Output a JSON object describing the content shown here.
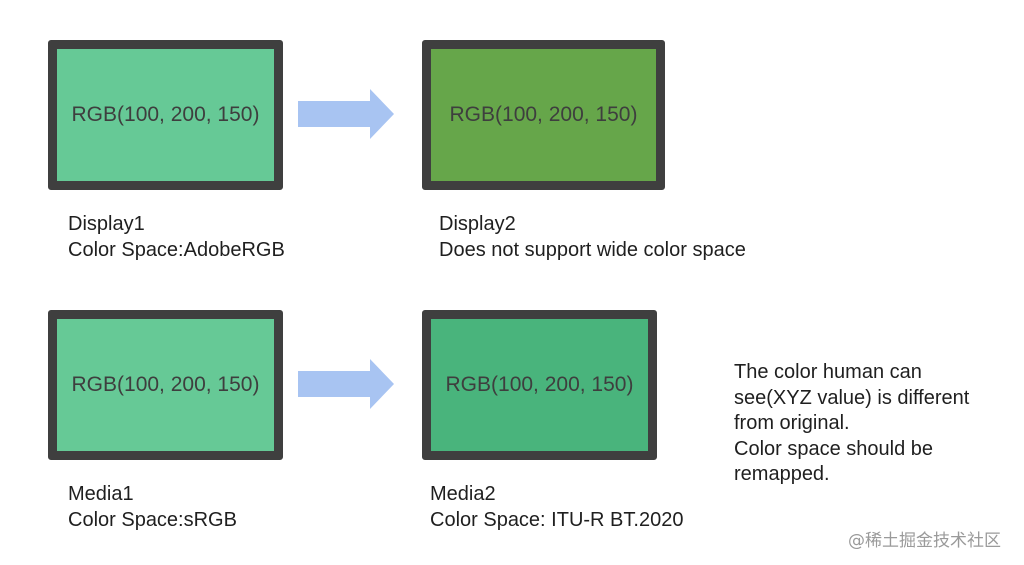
{
  "displays": {
    "display1": {
      "screen_text": "RGB(100, 200, 150)",
      "color": "#66c996",
      "name": "Display1",
      "detail": "Color Space:AdobeRGB"
    },
    "display2": {
      "screen_text": "RGB(100, 200, 150)",
      "color": "#66a64a",
      "name": "Display2",
      "detail": "Does not support wide color space"
    }
  },
  "media": {
    "media1": {
      "screen_text": "RGB(100, 200, 150)",
      "color": "#66c996",
      "name": "Media1",
      "detail": "Color Space:sRGB"
    },
    "media2": {
      "screen_text": "RGB(100, 200, 150)",
      "color": "#49b47c",
      "name": "Media2",
      "detail": "Color Space: ITU-R BT.2020"
    }
  },
  "arrow_color": "#a8c4f2",
  "frame_color": "#3f3f3f",
  "note": {
    "line1": "The color human can",
    "line2": "see(XYZ value) is different",
    "line3": "from original.",
    "line4": "Color space should be",
    "line5": "remapped."
  },
  "watermark": "@稀土掘金技术社区"
}
